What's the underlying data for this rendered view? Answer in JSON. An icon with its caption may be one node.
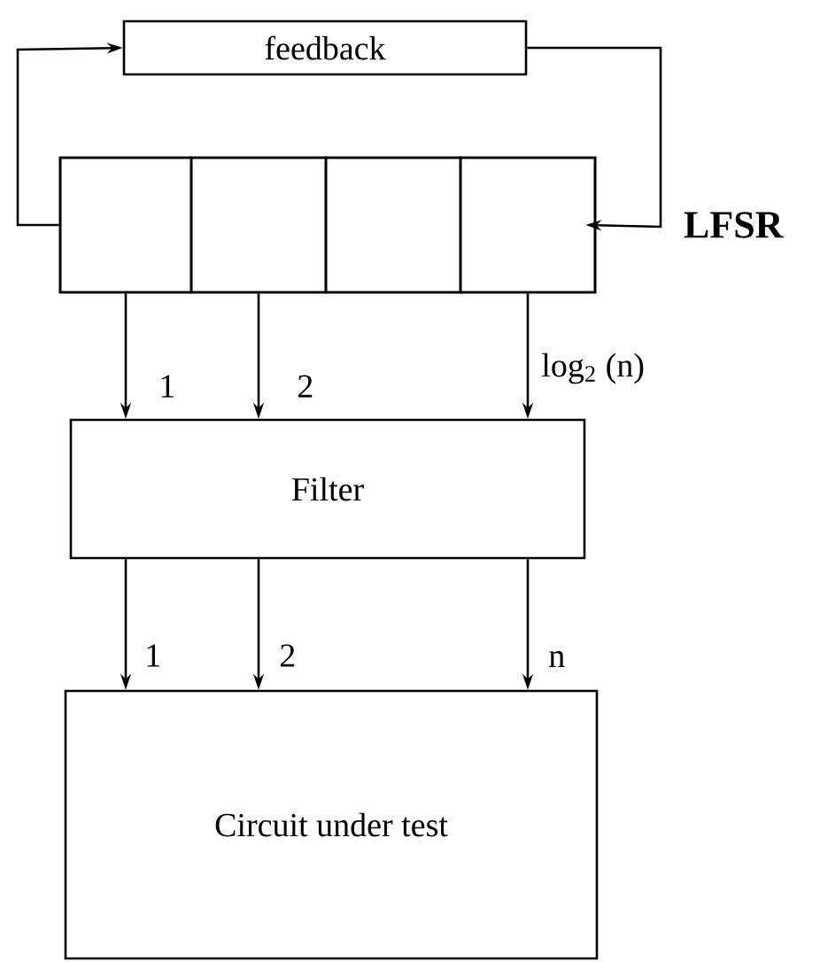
{
  "diagram": {
    "nodes": [
      {
        "text": [
          "feedback"
        ]
      },
      {
        "text": [],
        "shape": "box",
        "beside": [
          "LFSR"
        ]
      },
      {
        "text": [],
        "shape": "box",
        "in": 1
      },
      {
        "text": [],
        "shape": "box",
        "in": 1
      },
      {
        "text": [],
        "shape": "box",
        "in": 1
      },
      {
        "text": [],
        "shape": "box",
        "in": 1
      },
      {
        "text": [
          "Filter"
        ]
      },
      {
        "text": [
          "Circuit under test"
        ]
      }
    ],
    "edges": [
      {
        "from": 2,
        "to": 0,
        "arrow": "to"
      },
      {
        "from": 0,
        "to": 5,
        "arrow": "to"
      },
      {
        "from": 2,
        "to": 6,
        "arrow": "to",
        "label": "1"
      },
      {
        "from": 3,
        "to": 6,
        "arrow": "to",
        "label": "2"
      },
      {
        "from": 5,
        "to": 6,
        "arrow": "to",
        "label": "log$_{2}$ (n)"
      },
      {
        "from": 6,
        "to": 7,
        "arrow": "to",
        "label": "1"
      },
      {
        "from": 6,
        "to": 7,
        "arrow": "to",
        "label": "2"
      },
      {
        "from": 6,
        "to": 7,
        "arrow": "to",
        "label": "n"
      }
    ]
  }
}
